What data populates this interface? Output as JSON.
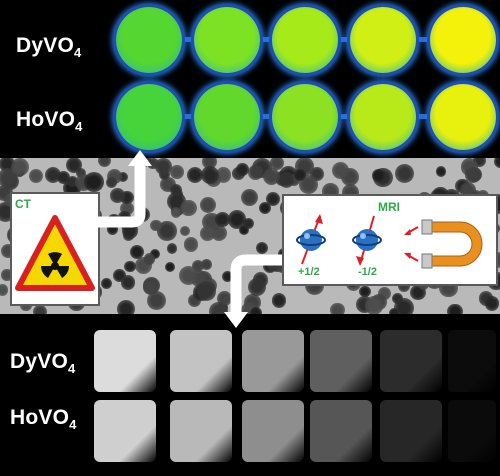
{
  "top_panel": {
    "labels": [
      {
        "base": "DyVO",
        "sub": "4"
      },
      {
        "base": "HoVO",
        "sub": "4"
      }
    ],
    "wells": {
      "row1": [
        "#55d630",
        "#7ee224",
        "#a6ea1a",
        "#d0ef14",
        "#f4f20a"
      ],
      "row2": [
        "#46d43a",
        "#62d82c",
        "#8ce222",
        "#b8ea1a",
        "#e8f00e"
      ]
    }
  },
  "ct_callout": {
    "title": "CT"
  },
  "mri_callout": {
    "title": "MRI",
    "spin_up": "+1/2",
    "spin_down": "-1/2"
  },
  "bottom_panel": {
    "labels": [
      {
        "base": "DyVO",
        "sub": "4"
      },
      {
        "base": "HoVO",
        "sub": "4"
      }
    ],
    "squares": {
      "row1": [
        "#dcdcdc",
        "#c3c3c3",
        "#999999",
        "#5f5f5f",
        "#2c2c2c",
        "#0c0c0c"
      ],
      "row2": [
        "#cfcfcf",
        "#b9b9b9",
        "#8e8e8e",
        "#565656",
        "#272727",
        "#0b0b0b"
      ]
    }
  },
  "colors": {
    "arrow": "#ffffff",
    "callout_title": "#2fa84a",
    "hazard_yellow": "#f5d800",
    "hazard_red": "#d82020",
    "magnet_orange": "#e89020",
    "spin_blue": "#2a6fc0"
  },
  "icons": [
    "radiation-hazard-icon",
    "spin-up-icon",
    "spin-down-icon",
    "magnet-icon",
    "arrow-icon"
  ]
}
